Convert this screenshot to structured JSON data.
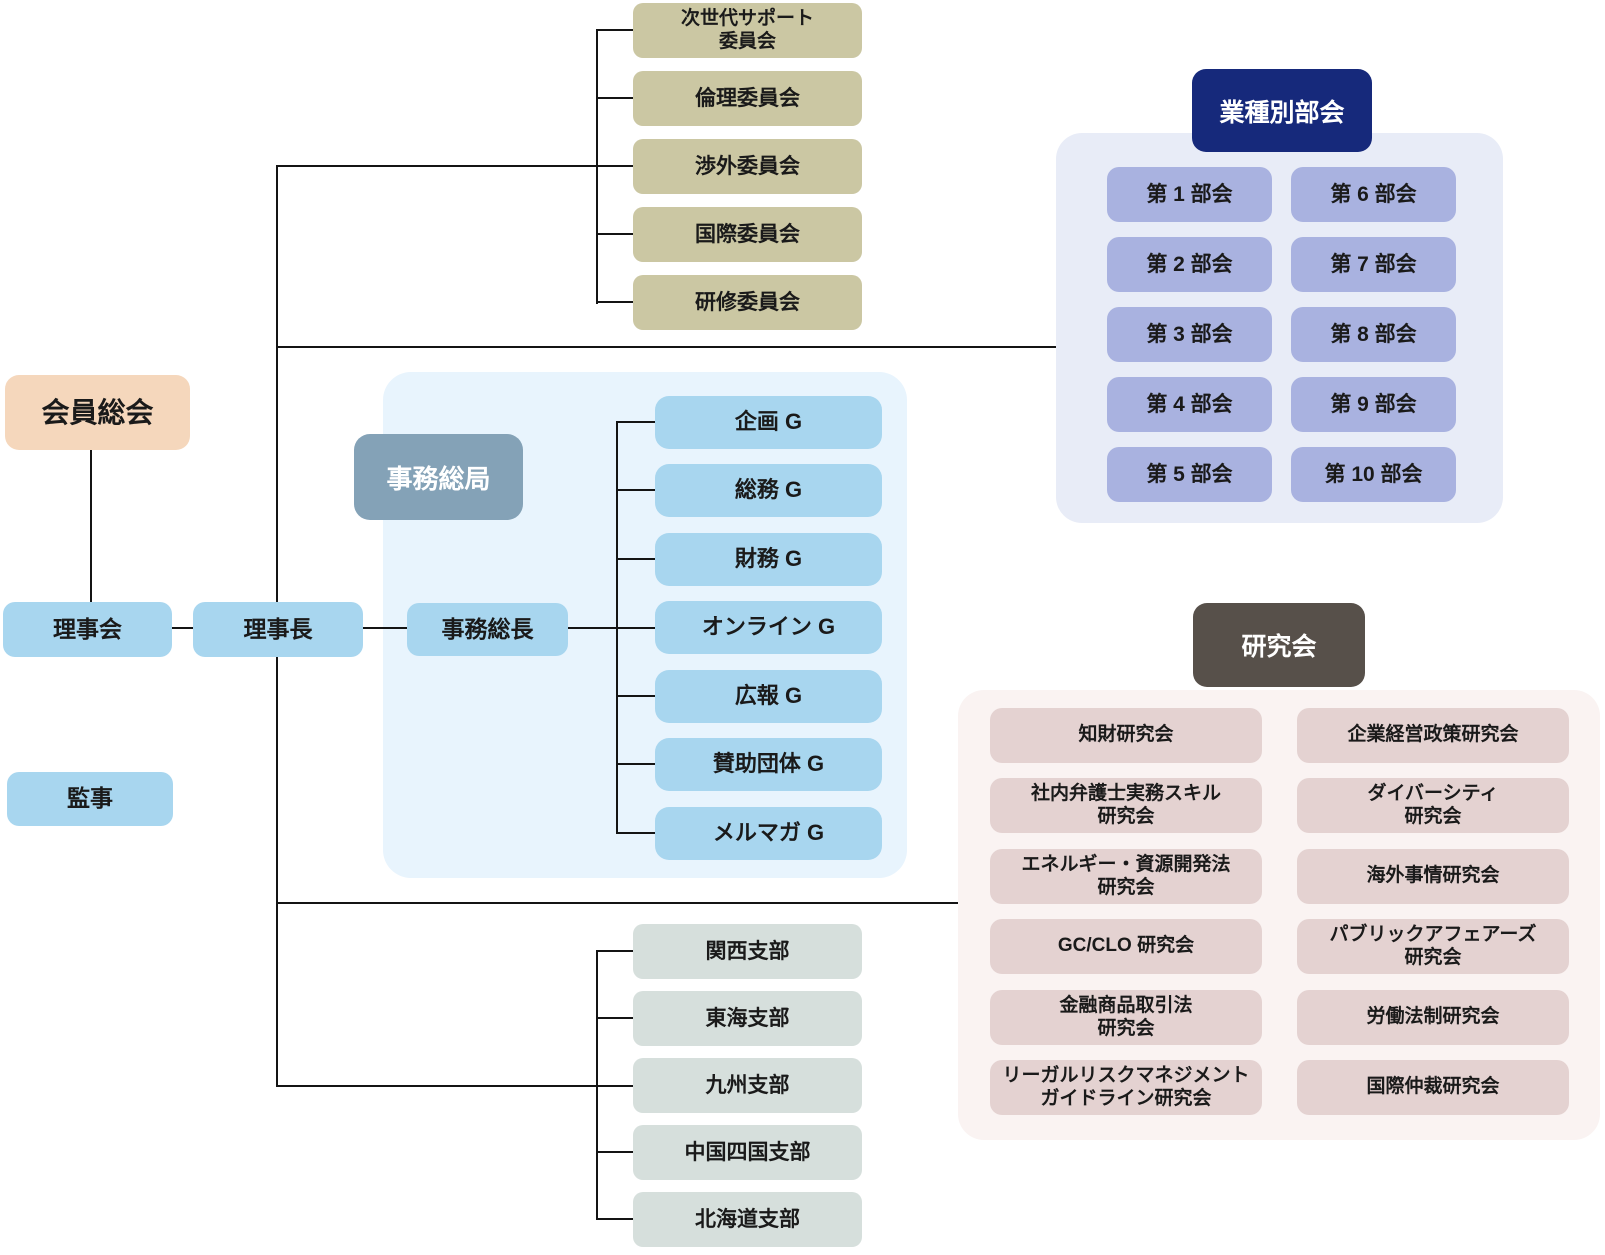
{
  "org": {
    "nodes": {
      "general_meeting": "会員総会",
      "board": "理事会",
      "auditor": "監事",
      "president": "理事長",
      "secretary_general": "事務総長"
    },
    "committees": [
      "次世代サポート\n委員会",
      "倫理委員会",
      "渉外委員会",
      "国際委員会",
      "研修委員会"
    ],
    "secretariat": {
      "header": "事務総局",
      "groups": [
        "企画 G",
        "総務 G",
        "財務 G",
        "オンライン G",
        "広報 G",
        "賛助団体 G",
        "メルマガ G"
      ]
    },
    "industry_sections": {
      "header": "業種別部会",
      "items": [
        "第 1 部会",
        "第 2 部会",
        "第 3 部会",
        "第 4 部会",
        "第 5 部会",
        "第 6 部会",
        "第 7 部会",
        "第 8 部会",
        "第 9 部会",
        "第 10 部会"
      ]
    },
    "study_groups": {
      "header": "研究会",
      "left": [
        "知財研究会",
        "社内弁護士実務スキル\n研究会",
        "エネルギー・資源開発法\n研究会",
        "GC/CLO 研究会",
        "金融商品取引法\n研究会",
        "リーガルリスクマネジメント\nガイドライン研究会"
      ],
      "right": [
        "企業経営政策研究会",
        "ダイバーシティ\n研究会",
        "海外事情研究会",
        "パブリックアフェアーズ\n研究会",
        "労働法制研究会",
        "国際仲裁研究会"
      ]
    },
    "branches": [
      "関西支部",
      "東海支部",
      "九州支部",
      "中国四国支部",
      "北海道支部"
    ],
    "colors": {
      "general_meeting": "#F5D7BC",
      "executive_boxes": "#A8D6EF",
      "committee_boxes": "#CBC7A3",
      "secretariat_header": "#84A2B7",
      "secretariat_panel": "#E8F4FD",
      "industry_header": "#16297B",
      "industry_boxes": "#A9B2E0",
      "industry_panel": "#E8ECF7",
      "study_header": "#57504A",
      "study_boxes": "#E4D2D1",
      "study_panel": "#FAF3F2",
      "branch_boxes": "#D6DFDC",
      "connector_lines": "#141414"
    }
  }
}
